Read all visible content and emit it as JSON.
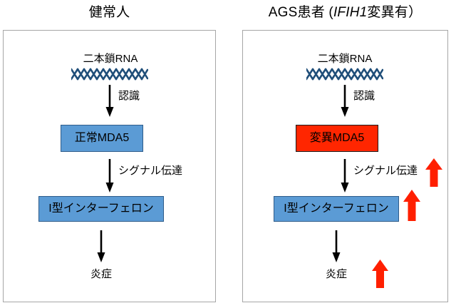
{
  "figure": {
    "background_color": "#ffffff",
    "panel_border_color": "#a6a6a6",
    "accent_blue": "#5b9bd5",
    "accent_red": "#ff2600",
    "helix_color": "#1f4e79",
    "arrow_color": "#000000"
  },
  "panels": [
    {
      "id": "healthy",
      "title": "健常人",
      "title_italic_part": "",
      "nodes": {
        "dsrna_label": "二本鎖RNA",
        "helix_icon": "dna-double-helix-icon",
        "recognition_label": "認識",
        "mda5_box": "正常MDA5",
        "mda5_box_color": "#5b9bd5",
        "signal_label": "シグナル伝達",
        "interferon_box": "I型インターフェロン",
        "interferon_box_color": "#5b9bd5",
        "inflammation_label": "炎症"
      },
      "up_arrows": []
    },
    {
      "id": "ags-patient",
      "title": "AGS患者 (IFIH1変異有）",
      "title_prefix": "AGS患者 (",
      "title_italic_part": "IFIH1",
      "title_suffix": "変異有）",
      "nodes": {
        "dsrna_label": "二本鎖RNA",
        "helix_icon": "dna-double-helix-icon",
        "recognition_label": "認識",
        "mda5_box": "変異MDA5",
        "mda5_box_color": "#ff2600",
        "signal_label": "シグナル伝達",
        "interferon_box": "I型インターフェロン",
        "interferon_box_color": "#5b9bd5",
        "inflammation_label": "炎症"
      },
      "up_arrows": [
        {
          "name": "increase-arrow-signal",
          "target": "シグナル伝達",
          "meaning": "増加"
        },
        {
          "name": "increase-arrow-interferon",
          "target": "I型インターフェロン",
          "meaning": "増加"
        },
        {
          "name": "increase-arrow-inflammation",
          "target": "炎症",
          "meaning": "増加"
        }
      ]
    }
  ]
}
